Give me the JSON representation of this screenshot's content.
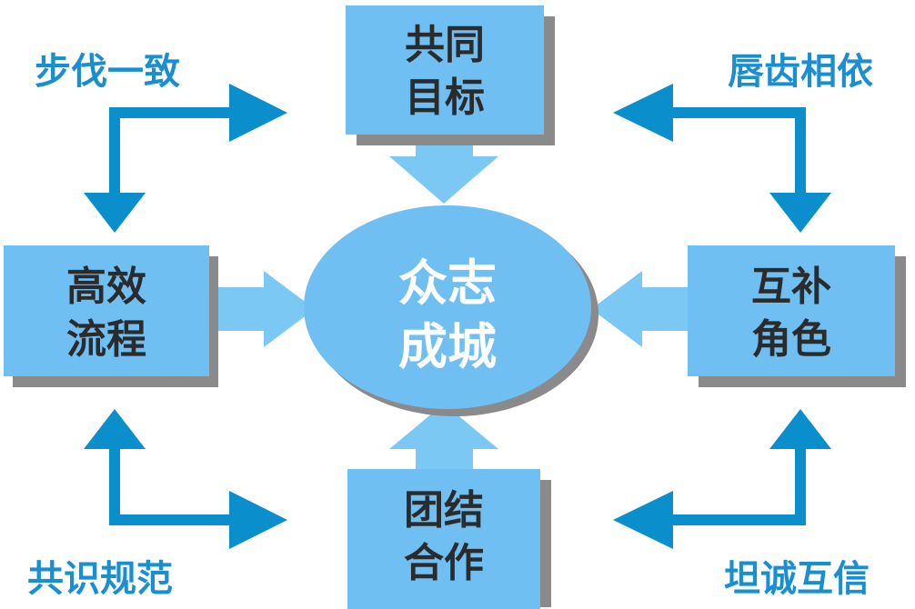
{
  "colors": {
    "box_fill": "#6fbff3",
    "shadow": "#8a8a8a",
    "arrow": "#0a8fcc",
    "block_arrow": "#7cc8f5",
    "corner_text": "#1a8fd0",
    "box_text": "#2b2b2b",
    "center_text": "#ffffff"
  },
  "center": {
    "line1": "众志",
    "line2": "成城"
  },
  "boxes": {
    "top": {
      "line1": "共同",
      "line2": "目标"
    },
    "left": {
      "line1": "高效",
      "line2": "流程"
    },
    "right": {
      "line1": "互补",
      "line2": "角色"
    },
    "bottom": {
      "line1": "团结",
      "line2": "合作"
    }
  },
  "corners": {
    "top_left": "步伐一致",
    "top_right": "唇齿相依",
    "bottom_left": "共识规范",
    "bottom_right": "坦诚互信"
  }
}
